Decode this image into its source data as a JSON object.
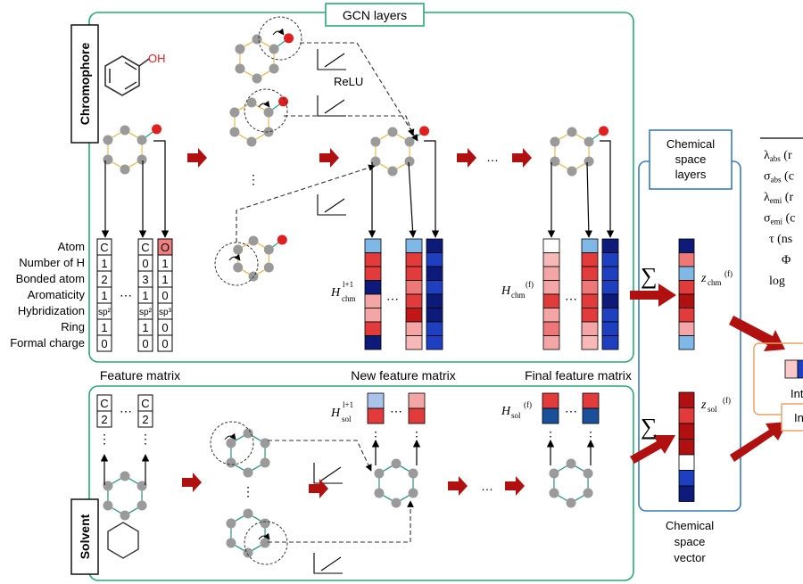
{
  "titles": {
    "gcn_layers": "GCN layers",
    "chromophore": "Chromophore",
    "solvent": "Solvent",
    "chemical_space_layers": [
      "Chemical",
      "space",
      "layers"
    ],
    "chemical_space_vector": [
      "Chemical",
      "space",
      "vector"
    ],
    "relu": "ReLU",
    "oh": "OH",
    "feature_matrix": "Feature  matrix",
    "new_feature_matrix": "New feature matrix",
    "final_feature_matrix": "Final  feature  matrix"
  },
  "atom_features": [
    "Atom",
    "Number  of H",
    "Bonded atom",
    "Aromaticity",
    "Hybridization",
    "Ring",
    "Formal charge"
  ],
  "feature_columns": [
    [
      "C",
      "1",
      "2",
      "1",
      "sp²",
      "1",
      "0"
    ],
    [
      "C",
      "0",
      "3",
      "1",
      "sp²",
      "1",
      "0"
    ],
    [
      "O",
      "1",
      "1",
      "0",
      "sp³",
      "0",
      "0"
    ]
  ],
  "solvent_columns": [
    [
      "C",
      "2"
    ],
    [
      "C",
      "2"
    ]
  ],
  "matrix_labels": {
    "h_chm_next": "H",
    "h_chm_next_sup": "l+1",
    "h_chm_next_sub": "chm",
    "h_chm_final": "H",
    "h_chm_final_sub": "chm",
    "h_chm_final_sup": "(f)",
    "h_sol_next": "H",
    "h_sol_next_sup": "l+1",
    "h_sol_next_sub": "sol",
    "h_sol_final": "H",
    "h_sol_final_sub": "sol",
    "h_sol_final_sup": "(f)",
    "z_chm": "z",
    "z_chm_sub": "chm",
    "z_chm_sup": "(f)",
    "z_sol": "z",
    "z_sol_sub": "sol",
    "z_sol_sup": "(f)"
  },
  "symbols": {
    "sum": "∑",
    "ellipsis": "⋯",
    "vdots": "⋮",
    "dots": "…"
  },
  "properties": [
    {
      "sym": "λ",
      "sub": "abs",
      "rest": " (r"
    },
    {
      "sym": "σ",
      "sub": "abs",
      "rest": " (c"
    },
    {
      "sym": "λ",
      "sub": "emi",
      "rest": " (r"
    },
    {
      "sym": "σ",
      "sub": "emi",
      "rest": " (c"
    },
    {
      "sym": "τ",
      "sub": "",
      "rest": " (ns"
    },
    {
      "sym": "Φ",
      "sub": "",
      "rest": ""
    },
    {
      "sym": "log",
      "sub": "",
      "rest": ""
    }
  ],
  "cut_labels": [
    "Int",
    "In"
  ],
  "colors": {
    "green_box": "#2aa876",
    "blue_box": "#3a7abf",
    "orange_box": "#e8a060",
    "dark_red": "#b01010",
    "atom_gray": "#9a9a9a",
    "oxygen_red": "#e02020",
    "ring_bond": "#e8c060"
  },
  "chart_data": {
    "type": "table",
    "matrices": {
      "h_chm_next": [
        [
          "#7fb8e6",
          "#e23b3b",
          "#e23b3b",
          "#0d1a7a",
          "#f4a6a6",
          "#f4a6a6",
          "#e23b3b",
          "#0d1a7a"
        ],
        [
          "#7fb8e6",
          "#e23b3b",
          "#e23b3b",
          "#ee7777",
          "#e23b3b",
          "#c01818",
          "#f4a6a6",
          "#f7b8b8"
        ],
        [
          "#0d1a7a",
          "#1e3fbf",
          "#0d1a7a",
          "#1e3fbf",
          "#0d1a7a",
          "#0d1a7a",
          "#1e3fbf",
          "#1e3fbf"
        ]
      ],
      "h_chm_final": [
        [
          "#ffffff",
          "#f7b8b8",
          "#f4a6a6",
          "#f4a6a6",
          "#e23b3b",
          "#f4a6a6",
          "#ee7777",
          "#f4a6a6"
        ],
        [
          "#7fb8e6",
          "#e23b3b",
          "#e23b3b",
          "#ee7777",
          "#e23b3b",
          "#e23b3b",
          "#f4a6a6",
          "#f7b8b8"
        ],
        [
          "#0d1a7a",
          "#1e3fbf",
          "#1e3fbf",
          "#1e3fbf",
          "#0d1a7a",
          "#1e3fbf",
          "#1e3fbf",
          "#1e3fbf"
        ]
      ],
      "h_sol_next": [
        [
          "#a9c4ea",
          "#e23b3b"
        ],
        [
          "#f4a6a6",
          "#e23b3b"
        ]
      ],
      "h_sol_final": [
        [
          "#e23b3b",
          "#1a4f9a"
        ],
        [
          "#e23b3b",
          "#1a4f9a"
        ]
      ],
      "z_chm": [
        "#0d1a7a",
        "#ee7777",
        "#7fb8e6",
        "#e23b3b",
        "#b01010",
        "#e23b3b",
        "#f4a6a6",
        "#7fb8e6"
      ],
      "z_sol": [
        "#b01010",
        "#e23b3b",
        "#b01010",
        "#b01010",
        "#ffffff",
        "#1e3fbf",
        "#0d1a7a"
      ]
    }
  }
}
